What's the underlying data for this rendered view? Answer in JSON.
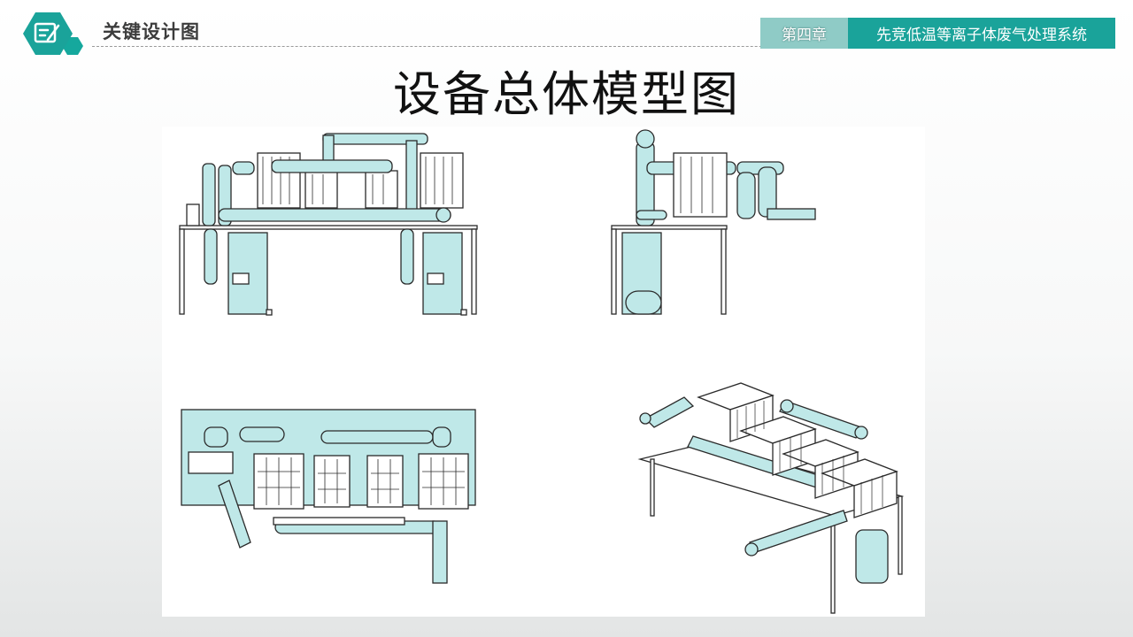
{
  "header": {
    "section_title": "关键设计图",
    "chapter_label": "第四章",
    "chapter_name": "先竞低温等离子体废气处理系统"
  },
  "slide": {
    "title": "设备总体模型图"
  },
  "panel": {
    "views": [
      "front-view",
      "side-view",
      "top-view",
      "isometric-view"
    ]
  },
  "colors": {
    "teal_dark": "#1aa39a",
    "teal_light": "#8fcbc6",
    "equipment_fill": "#bfe8e8",
    "outline": "#2a2a2a"
  },
  "icons": {
    "badge": "edit-note-icon"
  }
}
